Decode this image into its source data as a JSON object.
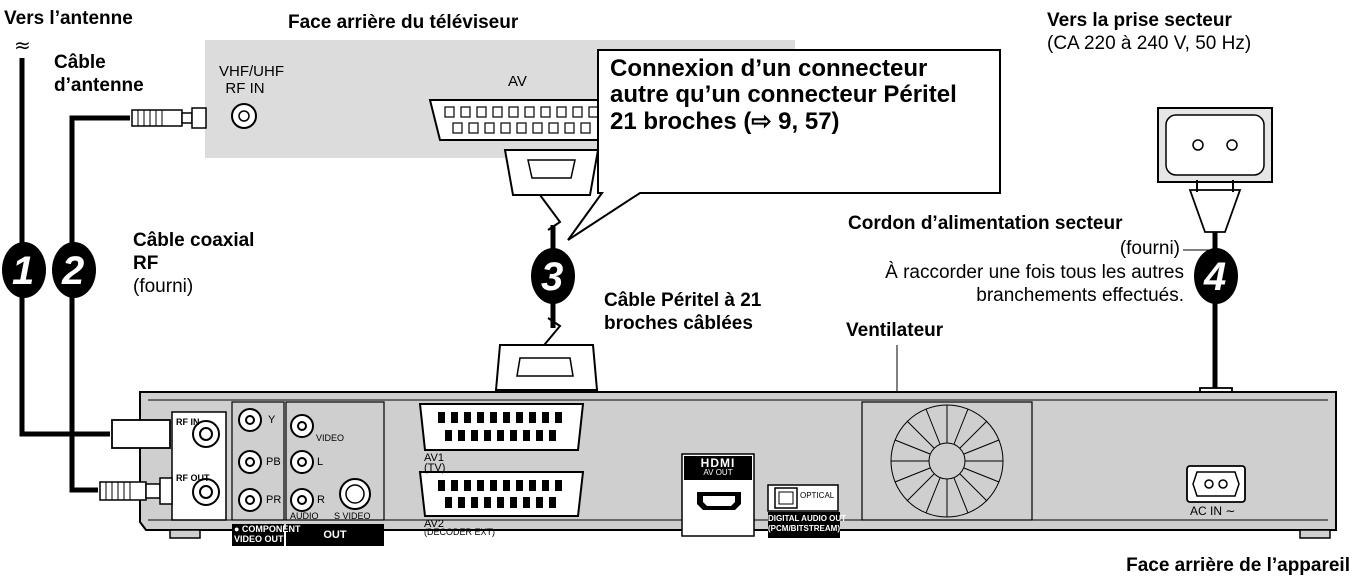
{
  "labels": {
    "to_antenna": "Vers l’antenne",
    "antenna_cable_1": "Câble",
    "antenna_cable_2": "d’antenne",
    "tv_rear": "Face arrière du téléviseur",
    "tv_rf_1": "VHF/UHF",
    "tv_rf_2": "RF IN",
    "tv_av": "AV",
    "callout_1": "Connexion d’un connecteur",
    "callout_2": "autre qu’un connecteur Péritel",
    "callout_3": "21 broches (⇨ 9, 57)",
    "to_outlet": "Vers la prise secteur",
    "outlet_spec": "(CA 220 à 240 V, 50 Hz)",
    "coax_1": "Câble coaxial",
    "coax_2": "RF",
    "coax_3": "(fourni)",
    "power_cord": "Cordon d’alimentation secteur",
    "power_cord_supplied": "(fourni)",
    "power_note_1": "À raccorder une fois tous les autres",
    "power_note_2": "branchements effectués.",
    "scart_1": "Câble Péritel à 21",
    "scart_2": "broches câblées",
    "fan": "Ventilateur",
    "unit_rear": "Face arrière de l’appareil"
  },
  "steps": [
    "1",
    "2",
    "3",
    "4"
  ],
  "panel": {
    "rf_in": "RF IN",
    "rf_out": "RF OUT",
    "y": "Y",
    "pb": "PB",
    "pr": "PR",
    "video": "VIDEO",
    "l": "L",
    "r": "R",
    "audio": "AUDIO",
    "svideo": "S VIDEO",
    "component_1": "● COMPONENT",
    "component_2": "VIDEO OUT",
    "out": "OUT",
    "av1_1": "AV1",
    "av1_2": "(TV)",
    "av2_1": "AV2",
    "av2_2": "(DECODER EXT)",
    "hdmi": "HDMI",
    "av_out": "AV OUT",
    "optical": "OPTICAL",
    "digital_1": "DIGITAL AUDIO OUT",
    "digital_2": "(PCM/BITSTREAM)",
    "ac_in": "AC IN ∼"
  },
  "colors": {
    "panel_gray": "#d0d0d0",
    "tv_gray": "#dcdcdc",
    "cable": "#000000"
  }
}
